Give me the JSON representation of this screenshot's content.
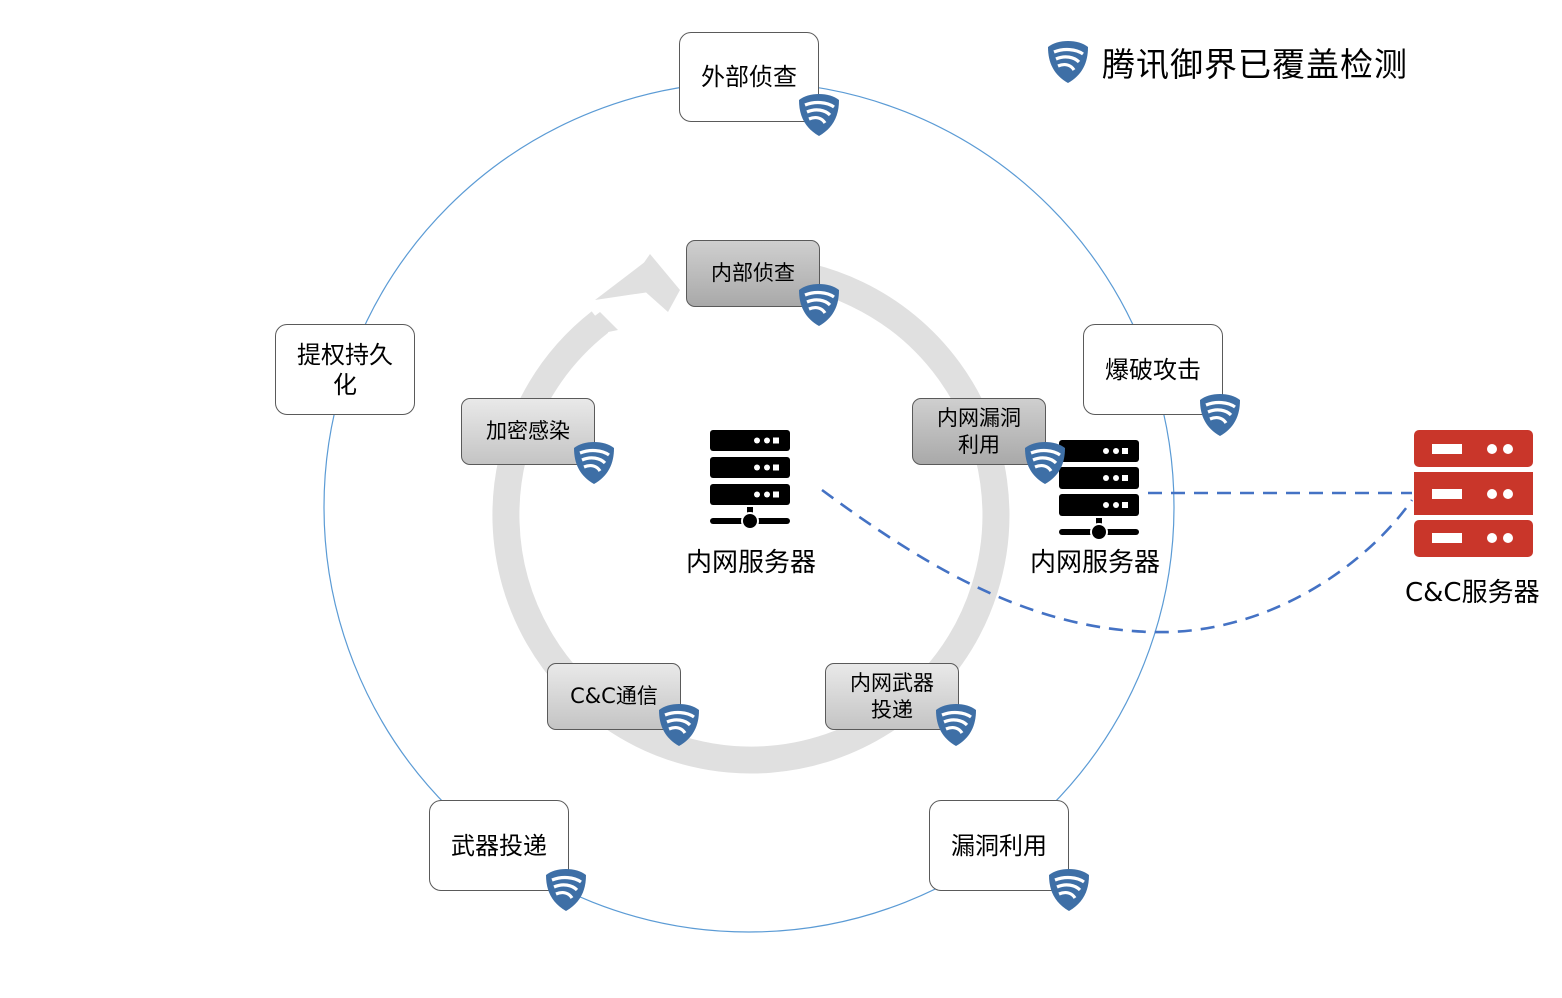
{
  "legend": {
    "icon": "shield-icon",
    "text": "腾讯御界已覆盖检测",
    "color": "#3e6fa6"
  },
  "outer_cycle": {
    "line_color": "#5b9bd5",
    "nodes": [
      {
        "id": "external-recon",
        "label": "外部侦查",
        "covered": true
      },
      {
        "id": "brute-force",
        "label": "爆破攻击",
        "covered": true
      },
      {
        "id": "vuln-exploit",
        "label": "漏洞利用",
        "covered": true
      },
      {
        "id": "weapon-delivery",
        "label": "武器投递",
        "covered": true
      },
      {
        "id": "privilege-persistence",
        "label": "提权持久化",
        "covered": false
      }
    ]
  },
  "inner_cycle": {
    "ring_color": "#e0e0e0",
    "nodes": [
      {
        "id": "internal-recon",
        "label": "内部侦查",
        "covered": true
      },
      {
        "id": "intranet-vuln-exploit",
        "label": "内网漏洞利用",
        "covered": true
      },
      {
        "id": "intranet-weapon-delivery",
        "label": "内网武器投递",
        "covered": true
      },
      {
        "id": "cc-communication",
        "label": "C&C通信",
        "covered": true
      },
      {
        "id": "encrypt-infect",
        "label": "加密感染",
        "covered": true
      }
    ]
  },
  "servers": {
    "internal_center": {
      "label": "内网服务器",
      "color": "#000000"
    },
    "internal_right": {
      "label": "内网服务器",
      "color": "#000000"
    },
    "cc": {
      "label": "C&C服务器",
      "color": "#c9362a"
    }
  },
  "connections": {
    "color": "#4472c4",
    "style": "dashed"
  }
}
